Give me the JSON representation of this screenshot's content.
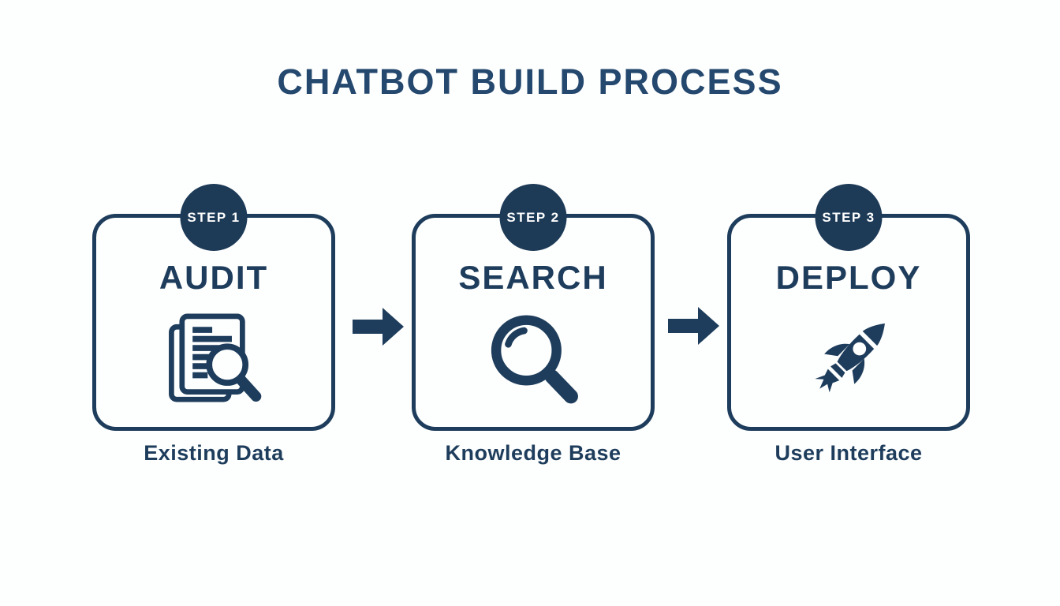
{
  "title": "CHATBOT BUILD PROCESS",
  "colors": {
    "navy": "#1e3d5c",
    "badge_fill": "#1d3a57",
    "title_color": "#24486e",
    "background": "#fdfefe",
    "badge_text": "#ffffff"
  },
  "steps": [
    {
      "badge": "STEP 1",
      "heading": "AUDIT",
      "caption": "Existing Data",
      "icon": "document-magnifier-icon"
    },
    {
      "badge": "STEP 2",
      "heading": "SEARCH",
      "caption": "Knowledge Base",
      "icon": "magnifier-icon"
    },
    {
      "badge": "STEP 3",
      "heading": "DEPLOY",
      "caption": "User Interface",
      "icon": "rocket-icon"
    }
  ],
  "arrows": [
    {
      "icon": "right-arrow-icon"
    },
    {
      "icon": "right-arrow-icon"
    }
  ]
}
